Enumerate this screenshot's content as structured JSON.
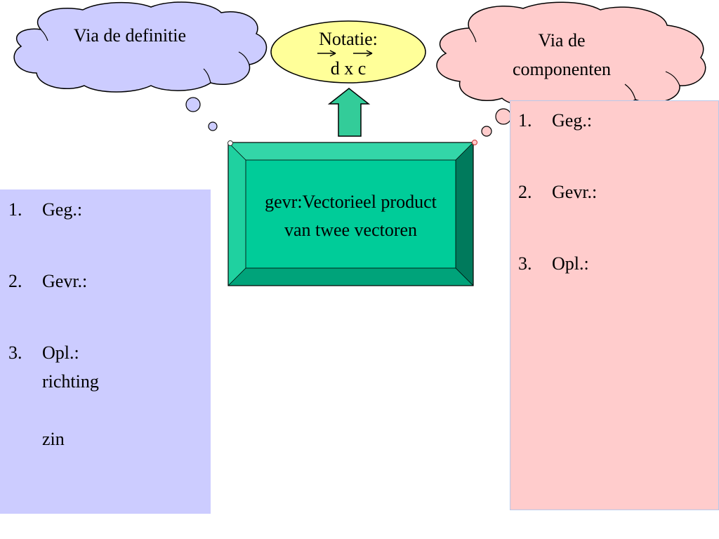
{
  "cloud_left": {
    "text": "Via de definitie",
    "fill": "#ccccff"
  },
  "cloud_right": {
    "line1": "Via de",
    "line2": "componenten",
    "fill": "#ffcccc"
  },
  "notation": {
    "title": "Notatie:",
    "formula": "d x c",
    "fill": "#ffff99"
  },
  "arrow": {
    "fill": "#33cc99"
  },
  "center_box": {
    "line1": "gevr:Vectorieel product",
    "line2": "van twee vectoren",
    "face": "#00cc99",
    "bevel_top": "#33d6a8",
    "bevel_right": "#007a5c",
    "bevel_bottom": "#00a37a"
  },
  "left_list": {
    "items": [
      {
        "num": "1.",
        "label": "Geg.:"
      },
      {
        "num": "2.",
        "label": "Gevr.:"
      },
      {
        "num": "3.",
        "label": "Opl.:"
      }
    ],
    "sub": [
      "richting",
      "zin"
    ]
  },
  "right_list": {
    "items": [
      {
        "num": "1.",
        "label": "Geg.:"
      },
      {
        "num": "2.",
        "label": "Gevr.:"
      },
      {
        "num": "3.",
        "label": "Opl.:"
      }
    ]
  }
}
